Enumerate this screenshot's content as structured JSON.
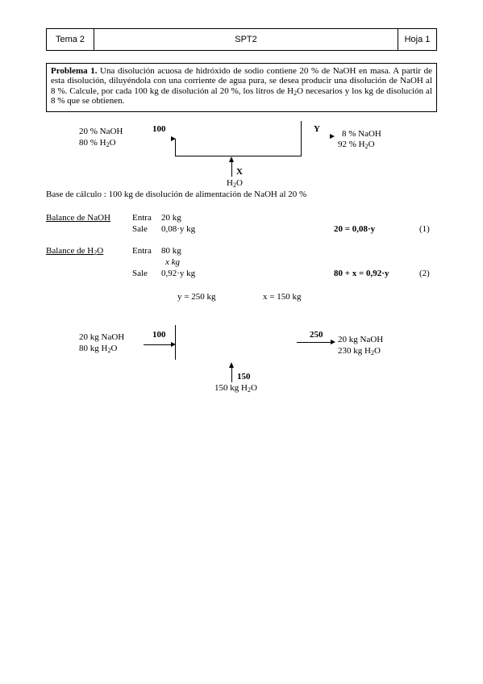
{
  "header": {
    "tema": "Tema 2",
    "title": "SPT2",
    "hoja": "Hoja  1"
  },
  "problem": {
    "label": "Problema 1.",
    "text_1": " Una disolución acuosa de hidróxido de sodio contiene 20 % de NaOH en masa. A partir de esta disolución, diluyéndola con una corriente de agua pura, se desea producir una disolución de NaOH al 8 %. Calcule, por cada 100 kg de disolución al 20 %, los litros de H",
    "text_sub": "2",
    "text_2": "O necesarios y los kg de disolución al 8 % que se obtienen."
  },
  "diagram1": {
    "feed_naoh": "20 % NaOH",
    "feed_h2o_a": "80 % H",
    "feed_h2o_sub": "2",
    "feed_h2o_b": "O",
    "feed_value": "100",
    "out_label": "Y",
    "out_naoh": "8 % NaOH",
    "out_h2o_a": "92 % H",
    "out_h2o_sub": "2",
    "out_h2o_b": "O",
    "water_label": "X",
    "water_a": "H",
    "water_sub": "2",
    "water_b": "O"
  },
  "base": "Base de cálculo : 100 kg de disolución de alimentación de NaOH al 20 %",
  "balance_naoh": {
    "title": "Balance de NaOH",
    "entra_label": "Entra",
    "entra_value": "20 kg",
    "sale_label": "Sale",
    "sale_value": "0,08·y  kg",
    "equation": "20 = 0,08·y",
    "eq_number": "(1)"
  },
  "balance_h2o": {
    "title_a": "Balance de H",
    "title_sub": "2",
    "title_b": "O",
    "entra_label": "Entra",
    "entra_value": "80 kg",
    "entra_x": "x kg",
    "sale_label": "Sale",
    "sale_value": "0,92·y  kg",
    "equation": "80 + x = 0,92·y",
    "eq_number": "(2)"
  },
  "results": {
    "y": "y = 250 kg",
    "x": "x = 150 kg"
  },
  "diagram2": {
    "feed_naoh": "20 kg NaOH",
    "feed_h2o_a": "80 kg H",
    "feed_h2o_sub": "2",
    "feed_h2o_b": "O",
    "feed_value": "100",
    "out_value": "250",
    "out_naoh": "20 kg NaOH",
    "out_h2o_a": "230 kg H",
    "out_h2o_sub": "2",
    "out_h2o_b": "O",
    "water_value": "150",
    "water_a": "150 kg H",
    "water_sub": "2",
    "water_b": "O"
  }
}
